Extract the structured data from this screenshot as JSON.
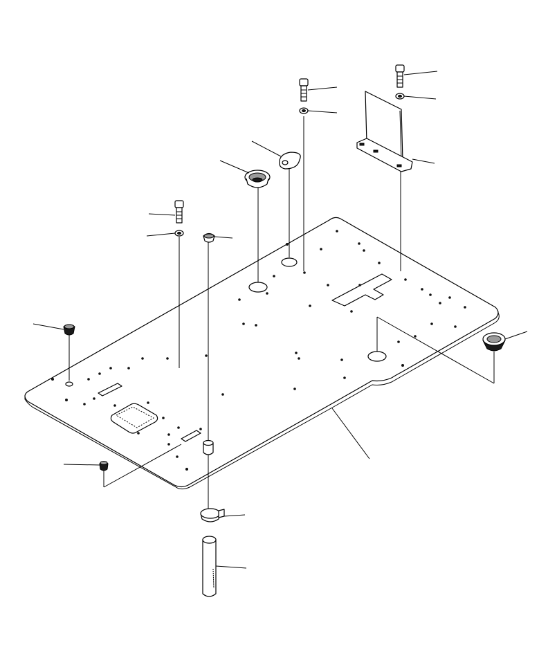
{
  "figure": {
    "background": "#ffffff",
    "line_color": "#000000",
    "parts": [
      "floor-plate",
      "hex-bolt",
      "washer",
      "rubber-grommet",
      "oval-grommet",
      "bracket-plate",
      "rubber-mount",
      "cylindrical-spacer",
      "hose-clamp",
      "tube-pin",
      "bolt-cap",
      "plug-cap"
    ]
  }
}
